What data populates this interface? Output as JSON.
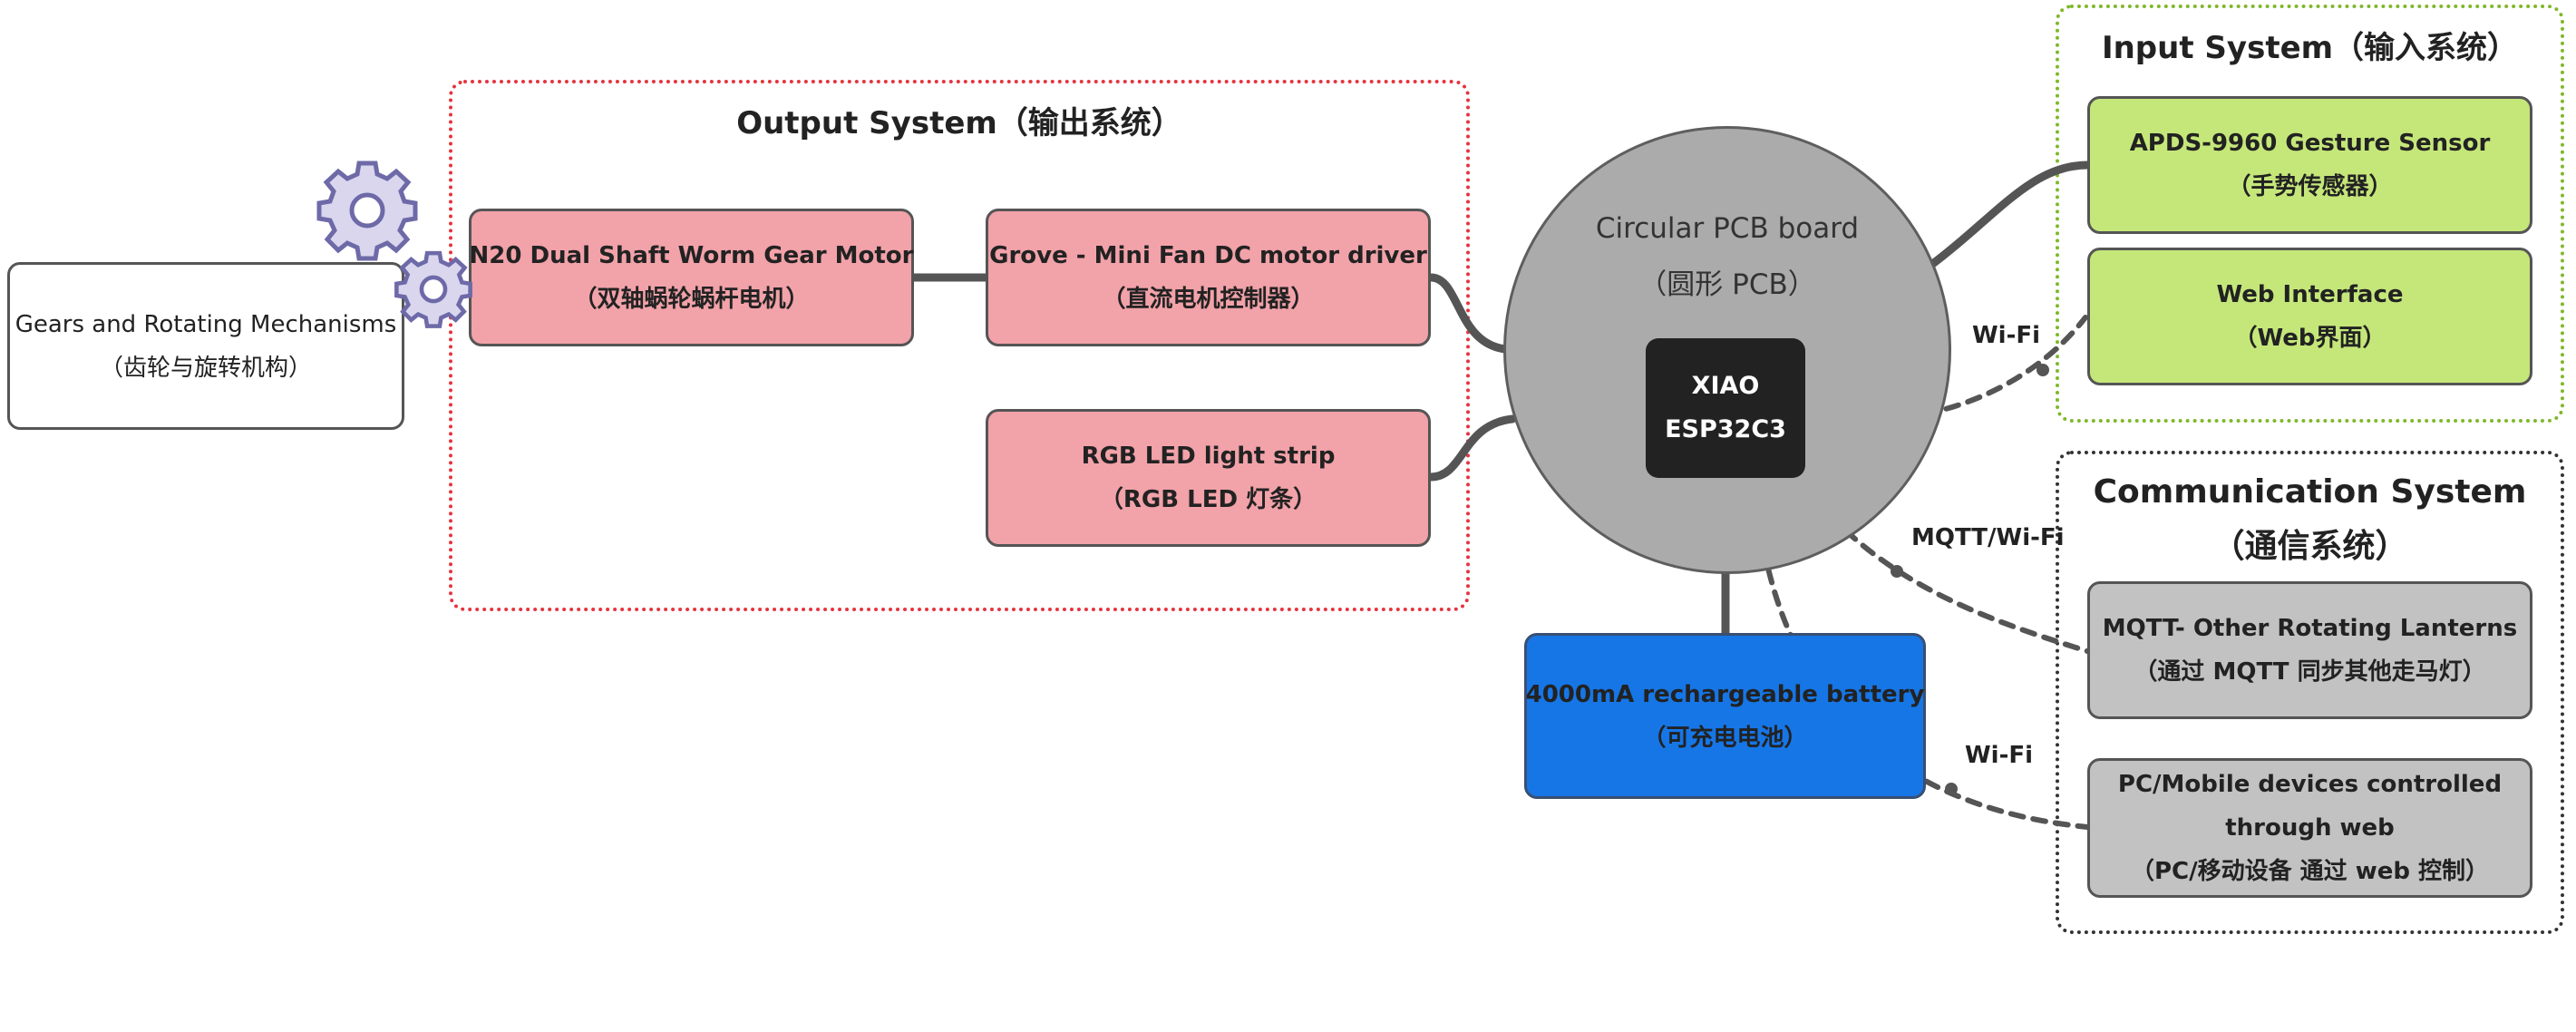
{
  "groups": {
    "output_title": "Output System（输出系统）",
    "input_title": "Input System（输入系统）",
    "comm_title_1": "Communication System",
    "comm_title_2": "（通信系统）"
  },
  "nodes": {
    "gears": {
      "line1": "Gears and Rotating Mechanisms",
      "line2": "（齿轮与旋转机构）"
    },
    "motor": {
      "line1": "N20 Dual Shaft Worm Gear Motor",
      "line2": "（双轴蜗轮蜗杆电机）"
    },
    "driver": {
      "line1": "Grove - Mini Fan DC motor driver",
      "line2": "（直流电机控制器）"
    },
    "led": {
      "line1": "RGB LED light strip",
      "line2": "（RGB LED 灯条）"
    },
    "pcb": {
      "line1": "Circular PCB board",
      "line2": "（圆形 PCB）"
    },
    "xiao": {
      "line1": "XIAO",
      "line2": "ESP32C3"
    },
    "battery": {
      "line1": "4000mA rechargeable battery",
      "line2": "（可充电电池）"
    },
    "gesture": {
      "line1": "APDS-9960 Gesture Sensor",
      "line2": "（手势传感器）"
    },
    "web": {
      "line1": "Web Interface",
      "line2": "（Web界面）"
    },
    "mqtt": {
      "line1": "MQTT- Other Rotating Lanterns",
      "line2": "（通过 MQTT 同步其他走马灯）"
    },
    "pc": {
      "line1": "PC/Mobile devices controlled",
      "line2": "through web",
      "line3": "（PC/移动设备 通过 web 控制）"
    }
  },
  "edge_labels": {
    "web_wifi": "Wi-Fi",
    "mqtt_wifi": "MQTT/Wi-Fi",
    "pc_wifi": "Wi-Fi"
  },
  "icons": [
    "gear-icon",
    "gear-icon"
  ],
  "colors": {
    "output_border": "#e5343f",
    "input_border": "#7fb82a",
    "comm_border": "#333333",
    "output_fill": "#f2a2a9",
    "input_fill": "#c5e77a",
    "comm_fill": "#c2c2c2",
    "battery_fill": "#1676e6",
    "pcb_fill": "#ababab",
    "xiao_fill": "#222222",
    "gear_fill": "#d9d6ee",
    "gear_stroke": "#6e6aa8"
  }
}
